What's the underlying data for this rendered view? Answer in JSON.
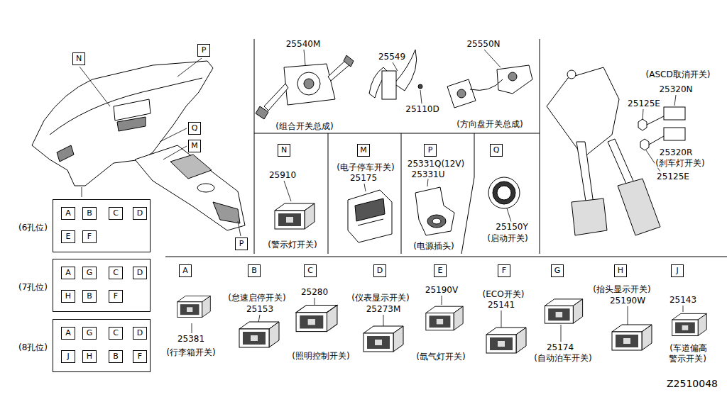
{
  "diagram": {
    "nodes": [
      {
        "text": [
          "N"
        ]
      },
      {
        "text": [
          "P"
        ]
      },
      {
        "text": [
          "Q"
        ]
      },
      {
        "text": [
          "M"
        ]
      },
      {
        "text": [
          "N"
        ]
      },
      {
        "text": [
          "M"
        ]
      },
      {
        "text": [
          "P"
        ]
      },
      {
        "text": [
          "Q"
        ]
      },
      {
        "text": [
          "(6孔位)"
        ]
      },
      {
        "text": [
          "A"
        ],
        "in": 8
      },
      {
        "text": [
          "B"
        ],
        "in": 8
      },
      {
        "text": [
          "C"
        ],
        "in": 8
      },
      {
        "text": [
          "D"
        ],
        "in": 8
      },
      {
        "text": [
          "E"
        ],
        "in": 8
      },
      {
        "text": [
          "F"
        ],
        "in": 8
      },
      {
        "text": [
          "P"
        ]
      },
      {
        "text": [
          "A"
        ]
      },
      {
        "text": [
          "B"
        ]
      },
      {
        "text": [
          "C"
        ]
      },
      {
        "text": [
          "D"
        ]
      },
      {
        "text": [
          "E"
        ]
      },
      {
        "text": [
          "F"
        ]
      },
      {
        "text": [
          "G"
        ]
      },
      {
        "text": [
          "H"
        ]
      },
      {
        "text": [
          "J"
        ]
      },
      {
        "text": [
          "(7孔位)"
        ]
      },
      {
        "text": [
          "A"
        ],
        "in": 25
      },
      {
        "text": [
          "G"
        ],
        "in": 25
      },
      {
        "text": [
          "C"
        ],
        "in": 25
      },
      {
        "text": [
          "D"
        ],
        "in": 25
      },
      {
        "text": [
          "H"
        ],
        "in": 25
      },
      {
        "text": [
          "B"
        ],
        "in": 25
      },
      {
        "text": [
          "F"
        ],
        "in": 25
      },
      {
        "text": [
          "(8孔位)"
        ]
      },
      {
        "text": [
          "A"
        ],
        "in": 33
      },
      {
        "text": [
          "G"
        ],
        "in": 33
      },
      {
        "text": [
          "C"
        ],
        "in": 33
      },
      {
        "text": [
          "D"
        ],
        "in": 33
      },
      {
        "text": [
          "J"
        ],
        "in": 33
      },
      {
        "text": [
          "H"
        ],
        "in": 33
      },
      {
        "text": [
          "B"
        ],
        "in": 33
      },
      {
        "text": [
          "F"
        ],
        "in": 33
      }
    ],
    "labels": [
      "25540M",
      "25549",
      "25550N",
      "25110D",
      "(组合开关总成)",
      "(方向盘开关总成)",
      "(ASCD取消开关)",
      "25320N",
      "25125E",
      "25320R",
      "(刹车灯开关)",
      "25125E",
      "25910",
      "(警示灯开关)",
      "(电子停车开关)",
      "25175",
      "25331Q(12V)",
      "25331U",
      "(电源插头)",
      "25150Y",
      "(启动开关)",
      "25381",
      "(行李箱开关)",
      "(怠速启停开关)",
      "25153",
      "25280",
      "(照明控制开关)",
      "(仪表显示开关)",
      "25273M",
      "25190V",
      "(氙气灯开关)",
      "(ECO开关)",
      "25141",
      "25174",
      "(自动泊车开关)",
      "(抬头显示开关)",
      "25190W",
      "25143",
      "(车道偏高 警示开关)",
      "Z2510048"
    ]
  }
}
